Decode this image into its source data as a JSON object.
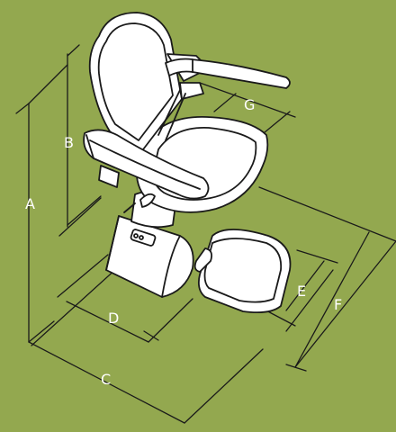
{
  "colors": {
    "background": "#93a84f",
    "dimension_line": "#1a1a1a",
    "chair_fill": "#ffffff",
    "chair_stroke": "#1a1a1a",
    "label": "#ffffff"
  },
  "dimensions": {
    "A": "A",
    "B": "B",
    "C": "C",
    "D": "D",
    "E": "E",
    "F": "F",
    "G": "G"
  }
}
